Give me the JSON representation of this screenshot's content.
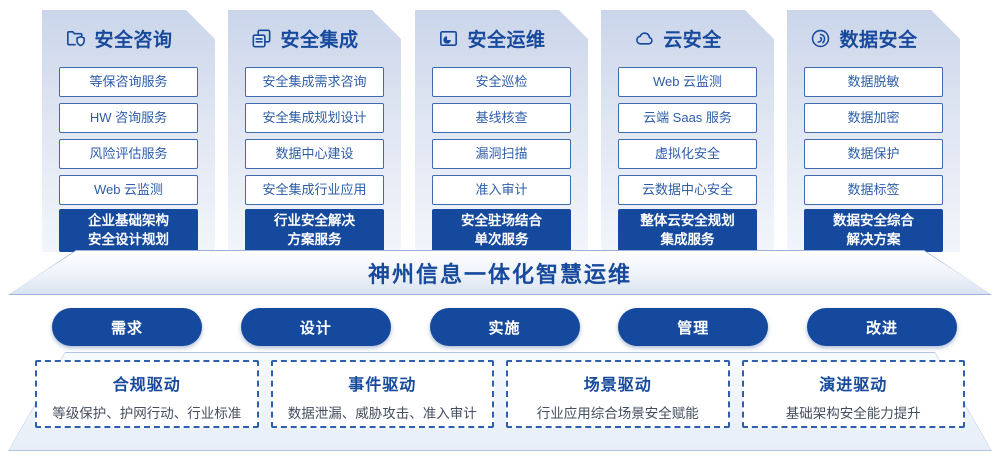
{
  "banner": {
    "title": "神州信息一体化智慧运维"
  },
  "columns": [
    {
      "title": "安全咨询",
      "icon": "folder-shield-icon",
      "items": [
        "等保咨询服务",
        "HW 咨询服务",
        "风险评估服务",
        "Web 云监测"
      ],
      "summary_line1": "企业基础架构",
      "summary_line2": "安全设计规划"
    },
    {
      "title": "安全集成",
      "icon": "copy-icon",
      "items": [
        "安全集成需求咨询",
        "安全集成规划设计",
        "数据中心建设",
        "安全集成行业应用"
      ],
      "summary_line1": "行业安全解决",
      "summary_line2": "方案服务"
    },
    {
      "title": "安全运维",
      "icon": "folder-clock-icon",
      "items": [
        "安全巡检",
        "基线核查",
        "漏洞扫描",
        "准入审计"
      ],
      "summary_line1": "安全驻场结合",
      "summary_line2": "单次服务"
    },
    {
      "title": "云安全",
      "icon": "cloud-icon",
      "items": [
        "Web 云监测",
        "云端 Saas 服务",
        "虚拟化安全",
        "云数据中心安全"
      ],
      "summary_line1": "整体云安全规划",
      "summary_line2": "集成服务"
    },
    {
      "title": "数据安全",
      "icon": "fingerprint-icon",
      "items": [
        "数据脱敏",
        "数据加密",
        "数据保护",
        "数据标签"
      ],
      "summary_line1": "数据安全综合",
      "summary_line2": "解决方案"
    }
  ],
  "process_steps": [
    {
      "label": "需求"
    },
    {
      "label": "设计"
    },
    {
      "label": "实施"
    },
    {
      "label": "管理"
    },
    {
      "label": "改进"
    }
  ],
  "drivers": [
    {
      "title": "合规驱动",
      "desc": "等级保护、护网行动、行业标准"
    },
    {
      "title": "事件驱动",
      "desc": "数据泄漏、威胁攻击、准入审计"
    },
    {
      "title": "场景驱动",
      "desc": "行业应用综合场景安全赋能"
    },
    {
      "title": "演进驱动",
      "desc": "基础架构安全能力提升"
    }
  ],
  "colors": {
    "primary_blue": "#15499e",
    "title_text": "#17499c",
    "item_text": "#2d5daa",
    "item_border": "#4169ae",
    "driver_desc_text": "#454e5e"
  }
}
